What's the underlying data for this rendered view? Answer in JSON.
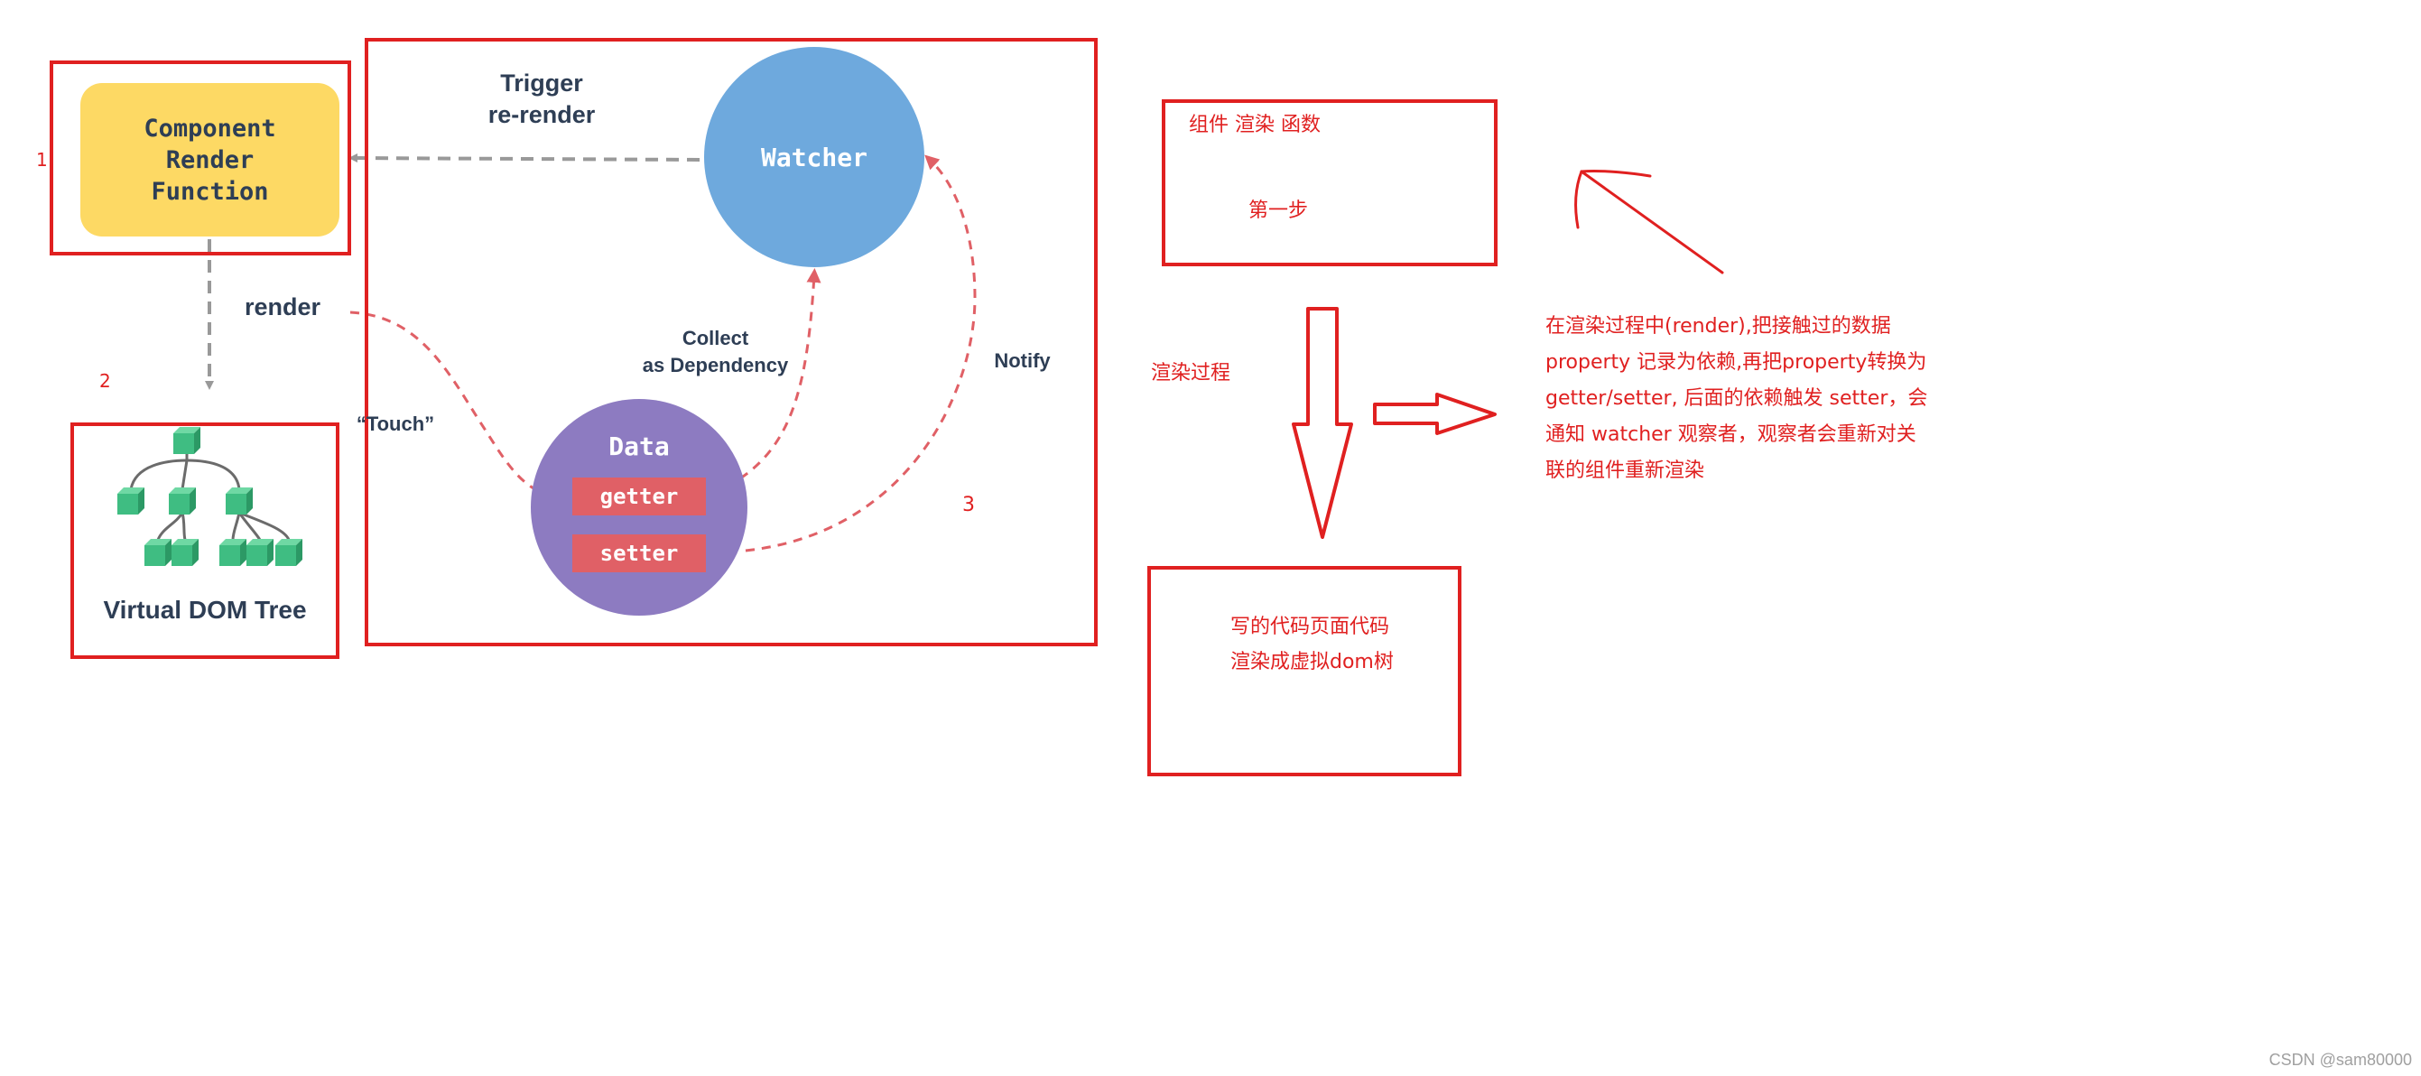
{
  "component_render_function": "Component\nRender\nFunction",
  "virtual_dom_tree": "Virtual DOM Tree",
  "watcher": "Watcher",
  "data": "Data",
  "getter": "getter",
  "setter": "setter",
  "edge_labels": {
    "trigger_rerender": "Trigger\nre-render",
    "render": "render",
    "touch": "“Touch”",
    "collect_dependency": "Collect\nas Dependency",
    "notify": "Notify"
  },
  "step_numbers": {
    "one": "1",
    "two": "2",
    "three": "3"
  },
  "annotations": {
    "component_render_function": "组件  渲染 函数",
    "first_step": "第一步",
    "render_process": "渲染过程",
    "written_code_line1": "写的代码页面代码",
    "written_code_line2": "渲染成虚拟dom树",
    "explanation_lines": [
      "在渲染过程中(render),把接触过的数据",
      "property 记录为依赖,再把property转换为",
      "getter/setter, 后面的依赖触发 setter，会",
      "通知 watcher 观察者，观察者会重新对关",
      "联的组件重新渲染"
    ]
  },
  "watermark": "CSDN @sam80000",
  "colors": {
    "annotation_red": "#e02020",
    "render_function_yellow": "#fdd964",
    "watcher_blue": "#6ea9dd",
    "data_purple": "#8d7bc1",
    "pill_red": "#e06066",
    "vdom_green": "#3fbd82",
    "label_navy": "#2e3e55",
    "arrow_gray": "#999999"
  }
}
